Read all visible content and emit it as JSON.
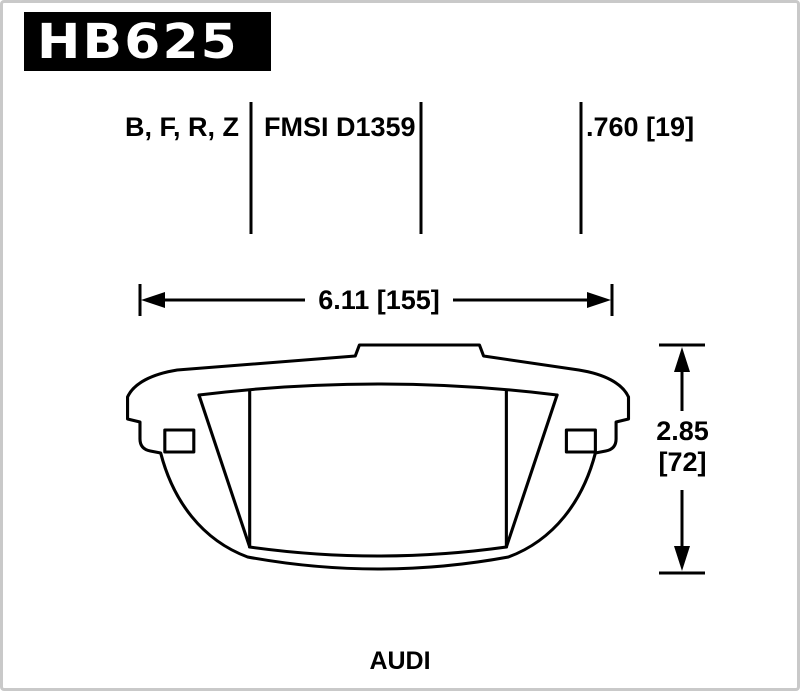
{
  "header": {
    "part_number": "HB625"
  },
  "spec_row": {
    "compounds": "B, F, R, Z",
    "fmsi": "FMSI D1359",
    "thickness": ".760 [19]"
  },
  "dimensions": {
    "width": "6.11 [155]",
    "height_in": "2.85",
    "height_mm": "[72]"
  },
  "footer": {
    "vehicle": "AUDI"
  },
  "colors": {
    "ink": "#000000",
    "part_box_bg": "#000000",
    "part_box_text": "#ffffff",
    "canvas_bg": "#ffffff",
    "frame_border": "#c9c9c9"
  },
  "drawing": {
    "subject": "brake-pad-front-view"
  }
}
